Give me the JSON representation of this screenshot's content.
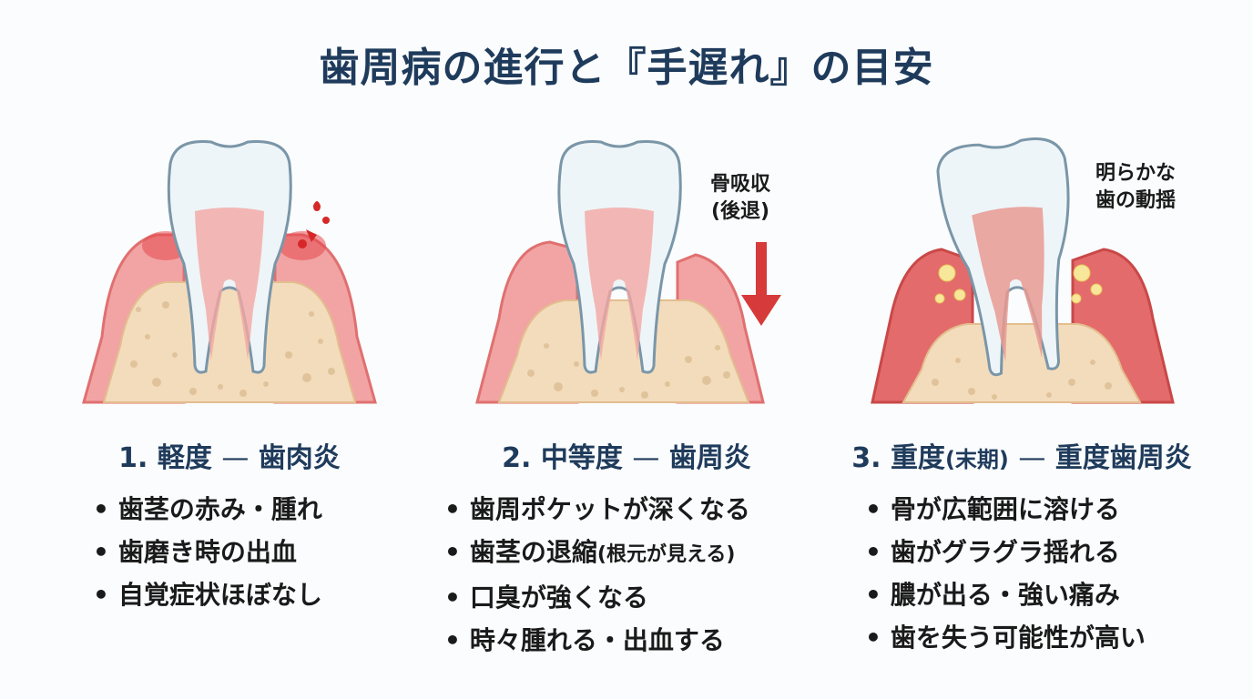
{
  "title": "歯周病の進行と『手遅れ』の目安",
  "stages": [
    {
      "number": "1.",
      "severity": "軽度",
      "dash": "—",
      "name": "歯肉炎",
      "symptoms": [
        "歯茎の赤み・腫れ",
        "歯磨き時の出血",
        "自覚症状ほぼなし"
      ]
    },
    {
      "number": "2.",
      "severity": "中等度",
      "dash": "—",
      "name": "歯周炎",
      "callout_line1": "骨吸収",
      "callout_line2": "(後退)",
      "symptoms": [
        "歯周ポケットが深くなる",
        "歯茎の退縮",
        "口臭が強くなる",
        "時々腫れる・出血する"
      ],
      "symptom_note": "(根元が見える)"
    },
    {
      "number": "3.",
      "severity": "重度",
      "severity_note": "(末期)",
      "dash": "—",
      "name": "重度歯周炎",
      "callout_line1": "明らかな",
      "callout_line2": "歯の動揺",
      "symptoms": [
        "骨が広範囲に溶ける",
        "歯がグラグラ揺れる",
        "膿が出る・強い痛み",
        "歯を失う可能性が高い"
      ]
    }
  ],
  "colors": {
    "title": "#1f3b5c",
    "gum": "#ef8b8b",
    "gum_inflamed": "#e5484d",
    "bone": "#f3dcbc",
    "tooth": "#eef5f8",
    "tooth_outline": "#7a96a8",
    "pulp": "#f2a8a2",
    "arrow": "#d63a3a",
    "pus": "#f7e79a"
  }
}
